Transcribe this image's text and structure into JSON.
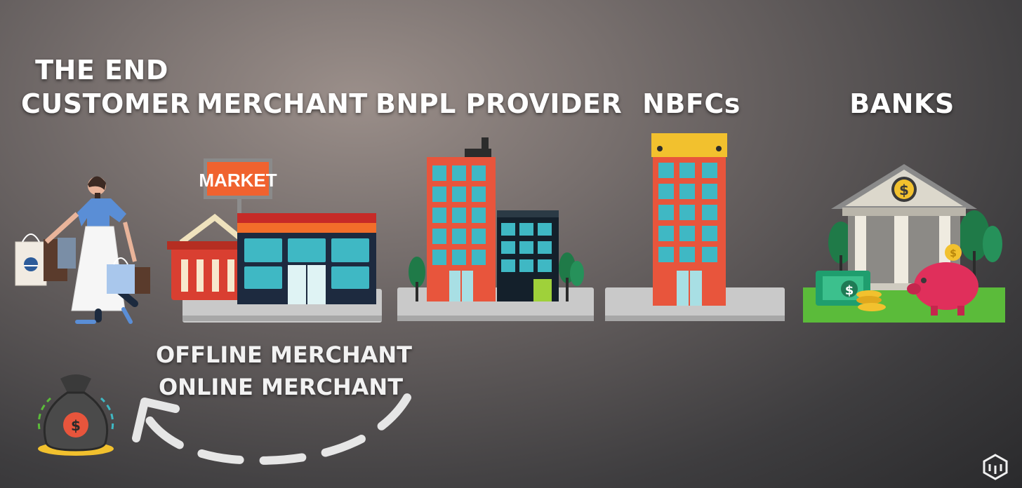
{
  "entities": [
    {
      "id": "customer",
      "line1": "THE END",
      "line2": "CUSTOMER"
    },
    {
      "id": "merchant",
      "label": "MERCHANT",
      "sign": "MARKET"
    },
    {
      "id": "bnpl",
      "label": "BNPL PROVIDER"
    },
    {
      "id": "nbfc",
      "label": "NBFCs"
    },
    {
      "id": "banks",
      "label": "BANKS"
    }
  ],
  "merchant_types": [
    "OFFLINE MERCHANT",
    "ONLINE MERCHANT"
  ],
  "icons": {
    "customer": "shopping-woman-icon",
    "merchant": "market-store-icon",
    "bnpl": "office-buildings-icon",
    "nbfc": "tower-building-icon",
    "banks": "bank-building-icon",
    "money_bag": "money-bag-icon",
    "arrow": "curved-arrow-icon",
    "logo": "channel-logo-icon"
  },
  "colors": {
    "label": "#ffffff",
    "building_red": "#e8553c",
    "window": "#3fb8c4",
    "dark_navy": "#1d2a3f",
    "grass": "#5bbb3a",
    "dollar_gold": "#f2c12e"
  }
}
